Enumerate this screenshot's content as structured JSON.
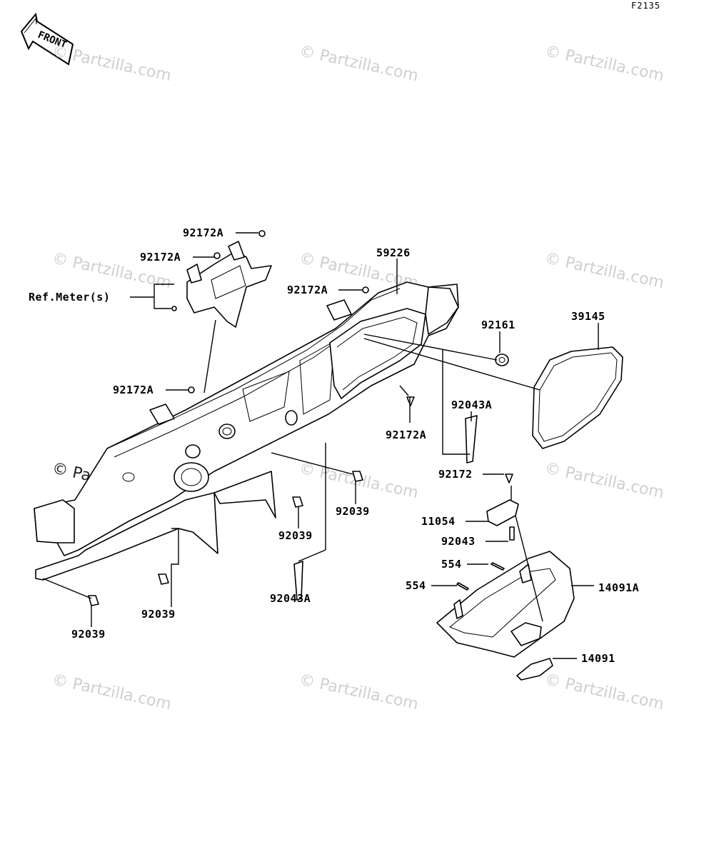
{
  "diagram_code": "F2135",
  "front_label": "FRONT",
  "ref_label": "Ref.Meter(s)",
  "watermark": "© Partzilla.com",
  "parts": [
    {
      "id": "92172A",
      "name": "label-92172a-top"
    },
    {
      "id": "92172A",
      "name": "label-92172a-upper-left"
    },
    {
      "id": "92172A",
      "name": "label-92172a-center"
    },
    {
      "id": "92172A",
      "name": "label-92172a-left"
    },
    {
      "id": "92172A",
      "name": "label-92172a-lower"
    },
    {
      "id": "59226",
      "name": "label-59226"
    },
    {
      "id": "92161",
      "name": "label-92161"
    },
    {
      "id": "39145",
      "name": "label-39145"
    },
    {
      "id": "92043A",
      "name": "label-92043a-right"
    },
    {
      "id": "92172",
      "name": "label-92172"
    },
    {
      "id": "11054",
      "name": "label-11054"
    },
    {
      "id": "92043",
      "name": "label-92043"
    },
    {
      "id": "554",
      "name": "label-554-upper"
    },
    {
      "id": "554",
      "name": "label-554-lower"
    },
    {
      "id": "14091A",
      "name": "label-14091a"
    },
    {
      "id": "14091",
      "name": "label-14091"
    },
    {
      "id": "92039",
      "name": "label-92039-right"
    },
    {
      "id": "92039",
      "name": "label-92039-center"
    },
    {
      "id": "92043A",
      "name": "label-92043a-lower"
    },
    {
      "id": "92039",
      "name": "label-92039-left"
    },
    {
      "id": "92039",
      "name": "label-92039-bottom"
    }
  ]
}
